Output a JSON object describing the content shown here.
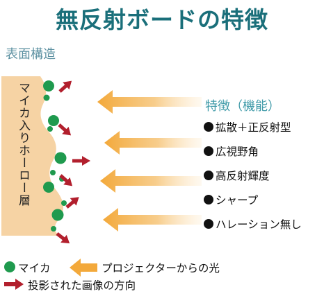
{
  "title": "無反射ボードの特徴",
  "subtitle": "表面構造",
  "layer_label": "マイカ入りホーロー層",
  "features_title": "特徴（機能）",
  "features": [
    "拡散＋正反射型",
    "広視野角",
    "高反射輝度",
    "シャープ",
    "ハレーション無し"
  ],
  "legend": {
    "mica": "マイカ",
    "projector_light": "プロジェクターからの光",
    "projected_direction": "投影された画像の方向"
  },
  "colors": {
    "title": "#1a6f7a",
    "subtitle": "#5a8fa0",
    "features_title": "#3f9aa8",
    "layer": "#f6d3a4",
    "mica": "#1f9a4e",
    "light_arrow": "#f3a93b",
    "direction_arrow": "#b21f2d"
  }
}
